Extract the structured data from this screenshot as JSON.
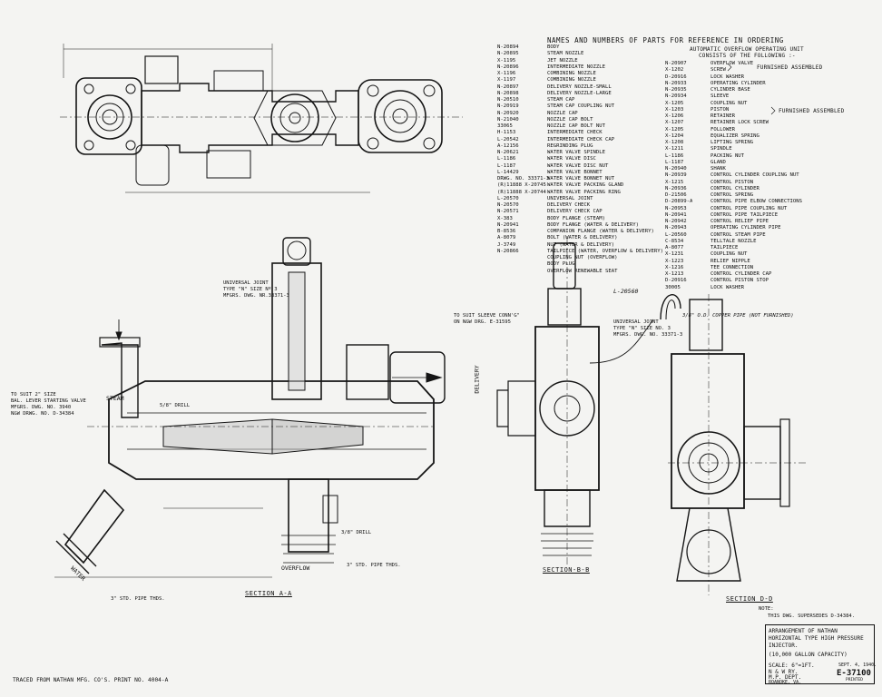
{
  "header": "NAMES AND NUMBERS OF PARTS FOR REFERENCE IN ORDERING",
  "parts_left_numbers": [
    "N-20894",
    "N-20895",
    "X-1195",
    "N-20896",
    "X-1196",
    "X-1197",
    "N-20897",
    "N-20898",
    "N-20510",
    "N-20919",
    "N-20920",
    "N-21040",
    "33065",
    "H-1153",
    "L-20542",
    "A-12156",
    "N-20621",
    "L-1186",
    "L-1187",
    "L-14429",
    "DRWG. NO. 33371-3",
    "(R)11888 X-20745",
    "(R)11888 X-20744",
    "L-20570",
    "N-20570",
    "N-20571",
    "X-383",
    "N-20941",
    "B-8536",
    "A-8079",
    "J-3749",
    "N-20866"
  ],
  "parts_left_names": [
    "BODY",
    "STEAM NOZZLE",
    "JET NOZZLE",
    "INTERMEDIATE NOZZLE",
    "COMBINING NOZZLE",
    "COMBINING NOZZLE",
    "DELIVERY NOZZLE-SMALL",
    "DELIVERY NOZZLE-LARGE",
    "STEAM CAP",
    "STEAM CAP COUPLING NUT",
    "NOZZLE CAP",
    "NOZZLE CAP BOLT",
    "NOZZLE CAP BOLT NUT",
    "INTERMEDIATE CHECK",
    "INTERMEDIATE CHECK CAP",
    "REGRINDING PLUG",
    "WATER VALVE SPINDLE",
    "WATER VALVE DISC",
    "WATER VALVE DISC NUT",
    "WATER VALVE BONNET",
    "WATER VALVE BONNET NUT",
    "WATER VALVE PACKING GLAND",
    "WATER VALVE PACKING RING",
    "UNIVERSAL JOINT",
    "DELIVERY CHECK",
    "DELIVERY CHECK CAP",
    "BODY FLANGE (STEAM)",
    "BODY FLANGE (WATER & DELIVERY)",
    "COMPANION FLANGE (WATER & DELIVERY)",
    "BOLT (WATER & DELIVERY)",
    "NUT (WATER & DELIVERY)",
    "TAILPIECE (WATER, OVERFLOW & DELIVERY)",
    "COUPLING NUT (OVERFLOW)",
    "BODY PLUG",
    "OVERFLOW RENEWABLE SEAT"
  ],
  "auto_unit_header": [
    "AUTOMATIC OVERFLOW OPERATING UNIT",
    "CONSISTS OF THE FOLLOWING :-"
  ],
  "parts_right_numbers": [
    "N-20907",
    "X-1202",
    "D-20916",
    "N-20933",
    "N-20935",
    "N-20934",
    "X-1205",
    "X-1203",
    "X-1206",
    "X-1207",
    "X-1205",
    "X-1204",
    "X-1208",
    "X-1211",
    "L-1186",
    "L-1187",
    "N-20940",
    "N-20939",
    "X-1215",
    "N-20936",
    "D-21506",
    "D-20899-A",
    "N-20953",
    "N-20941",
    "N-20942",
    "N-20943",
    "L-20560",
    "C-8534",
    "A-8077",
    "X-1231",
    "X-1223",
    "X-1216",
    "X-1213",
    "D-20916",
    "30005"
  ],
  "parts_right_names": [
    "OVERFLOW VALVE",
    "SCREW",
    "LOCK WASHER",
    "OPERATING CYLINDER",
    "CYLINDER BASE",
    "SLEEVE",
    "COUPLING NUT",
    "PISTON",
    "RETAINER",
    "RETAINER LOCK SCREW",
    "FOLLOWER",
    "EQUALIZER SPRING",
    "LIFTING SPRING",
    "SPINDLE",
    "PACKING NUT",
    "GLAND",
    "SHANK",
    "CONTROL CYLINDER COUPLING NUT",
    "CONTROL PISTON",
    "CONTROL CYLINDER",
    "CONTROL SPRING",
    "CONTROL PIPE ELBOW CONNECTIONS",
    "CONTROL PIPE COUPLING NUT",
    "CONTROL PIPE TAILPIECE",
    "CONTROL RELIEF PIPE",
    "OPERATING CYLINDER PIPE",
    "CONTROL STEAM PIPE",
    "TELLTALE NOZZLE",
    "TAILPIECE",
    "COUPLING NUT",
    "RELIEF NIPPLE",
    "TEE CONNECTION",
    "CONTROL CYLINDER CAP",
    "CONTROL PISTON STOP",
    "LOCK WASHER"
  ],
  "bracket_note_1": "FURNISHED ASSEMBLED",
  "bracket_note_2": "FURNISHED ASSEMBLED",
  "section_labels": {
    "a": "SECTION A-A",
    "b": "SECTION-B-B",
    "d": "SECTION D-D"
  },
  "flow_labels": {
    "steam": "STEAM",
    "water": "WATER",
    "overflow": "OVERFLOW",
    "delivery": "DELIVERY"
  },
  "callouts": {
    "steam_valve": [
      "TO SUIT 2\" SIZE",
      "BAL. LEVER STARTING VALVE",
      "MFGRS. DWG. NO. 3940",
      "N&W DRWG. NO. D-34384"
    ],
    "universal_joint_a": [
      "UNIVERSAL JOINT",
      "TYPE \"N\" SIZE Nº 3",
      "MFGRS. DWG. NR.33371-3"
    ],
    "universal_joint_b": [
      "UNIVERSAL JOINT",
      "TYPE \"N\" SIZE NO. 3",
      "MFGRS. DWG. NO. 33371-3"
    ],
    "sleeve_conn": [
      "TO SUIT SLEEVE CONN'G\"",
      "ON N&W DRG. E-31595"
    ],
    "copper_pipe": "3/8\" O.D. COPPER PIPE (NOT FURNISHED)",
    "pipe_thds_1": "3\" STD. PIPE THDS.",
    "pipe_thds_2": "3\" STD. PIPE THDS.",
    "drill_1": "5/8\" DRILL",
    "drill_2": "3/8\" DRILL",
    "pipe_l": "L-20560"
  },
  "note": [
    "NOTE:",
    "THIS DWG. SUPERSEDES D-34384."
  ],
  "traced": "TRACED FROM NATHAN MFG. CO'S. PRINT NO. 4004-A",
  "title_block": {
    "line1": "ARRANGEMENT OF NATHAN",
    "line2": "HORIZONTAL TYPE HIGH PRESSURE",
    "line3": "INJECTOR.",
    "line4": "(10,000 GALLON CAPACITY)",
    "scale": "SCALE: 6\"=1FT.",
    "date": "SEPT. 4, 1940.",
    "company": "N & W RY.",
    "dept": "M.P. DEPT.",
    "city": "ROANOKE, VA.",
    "drawing_no": "E-37100",
    "printed": "PRINTED"
  }
}
